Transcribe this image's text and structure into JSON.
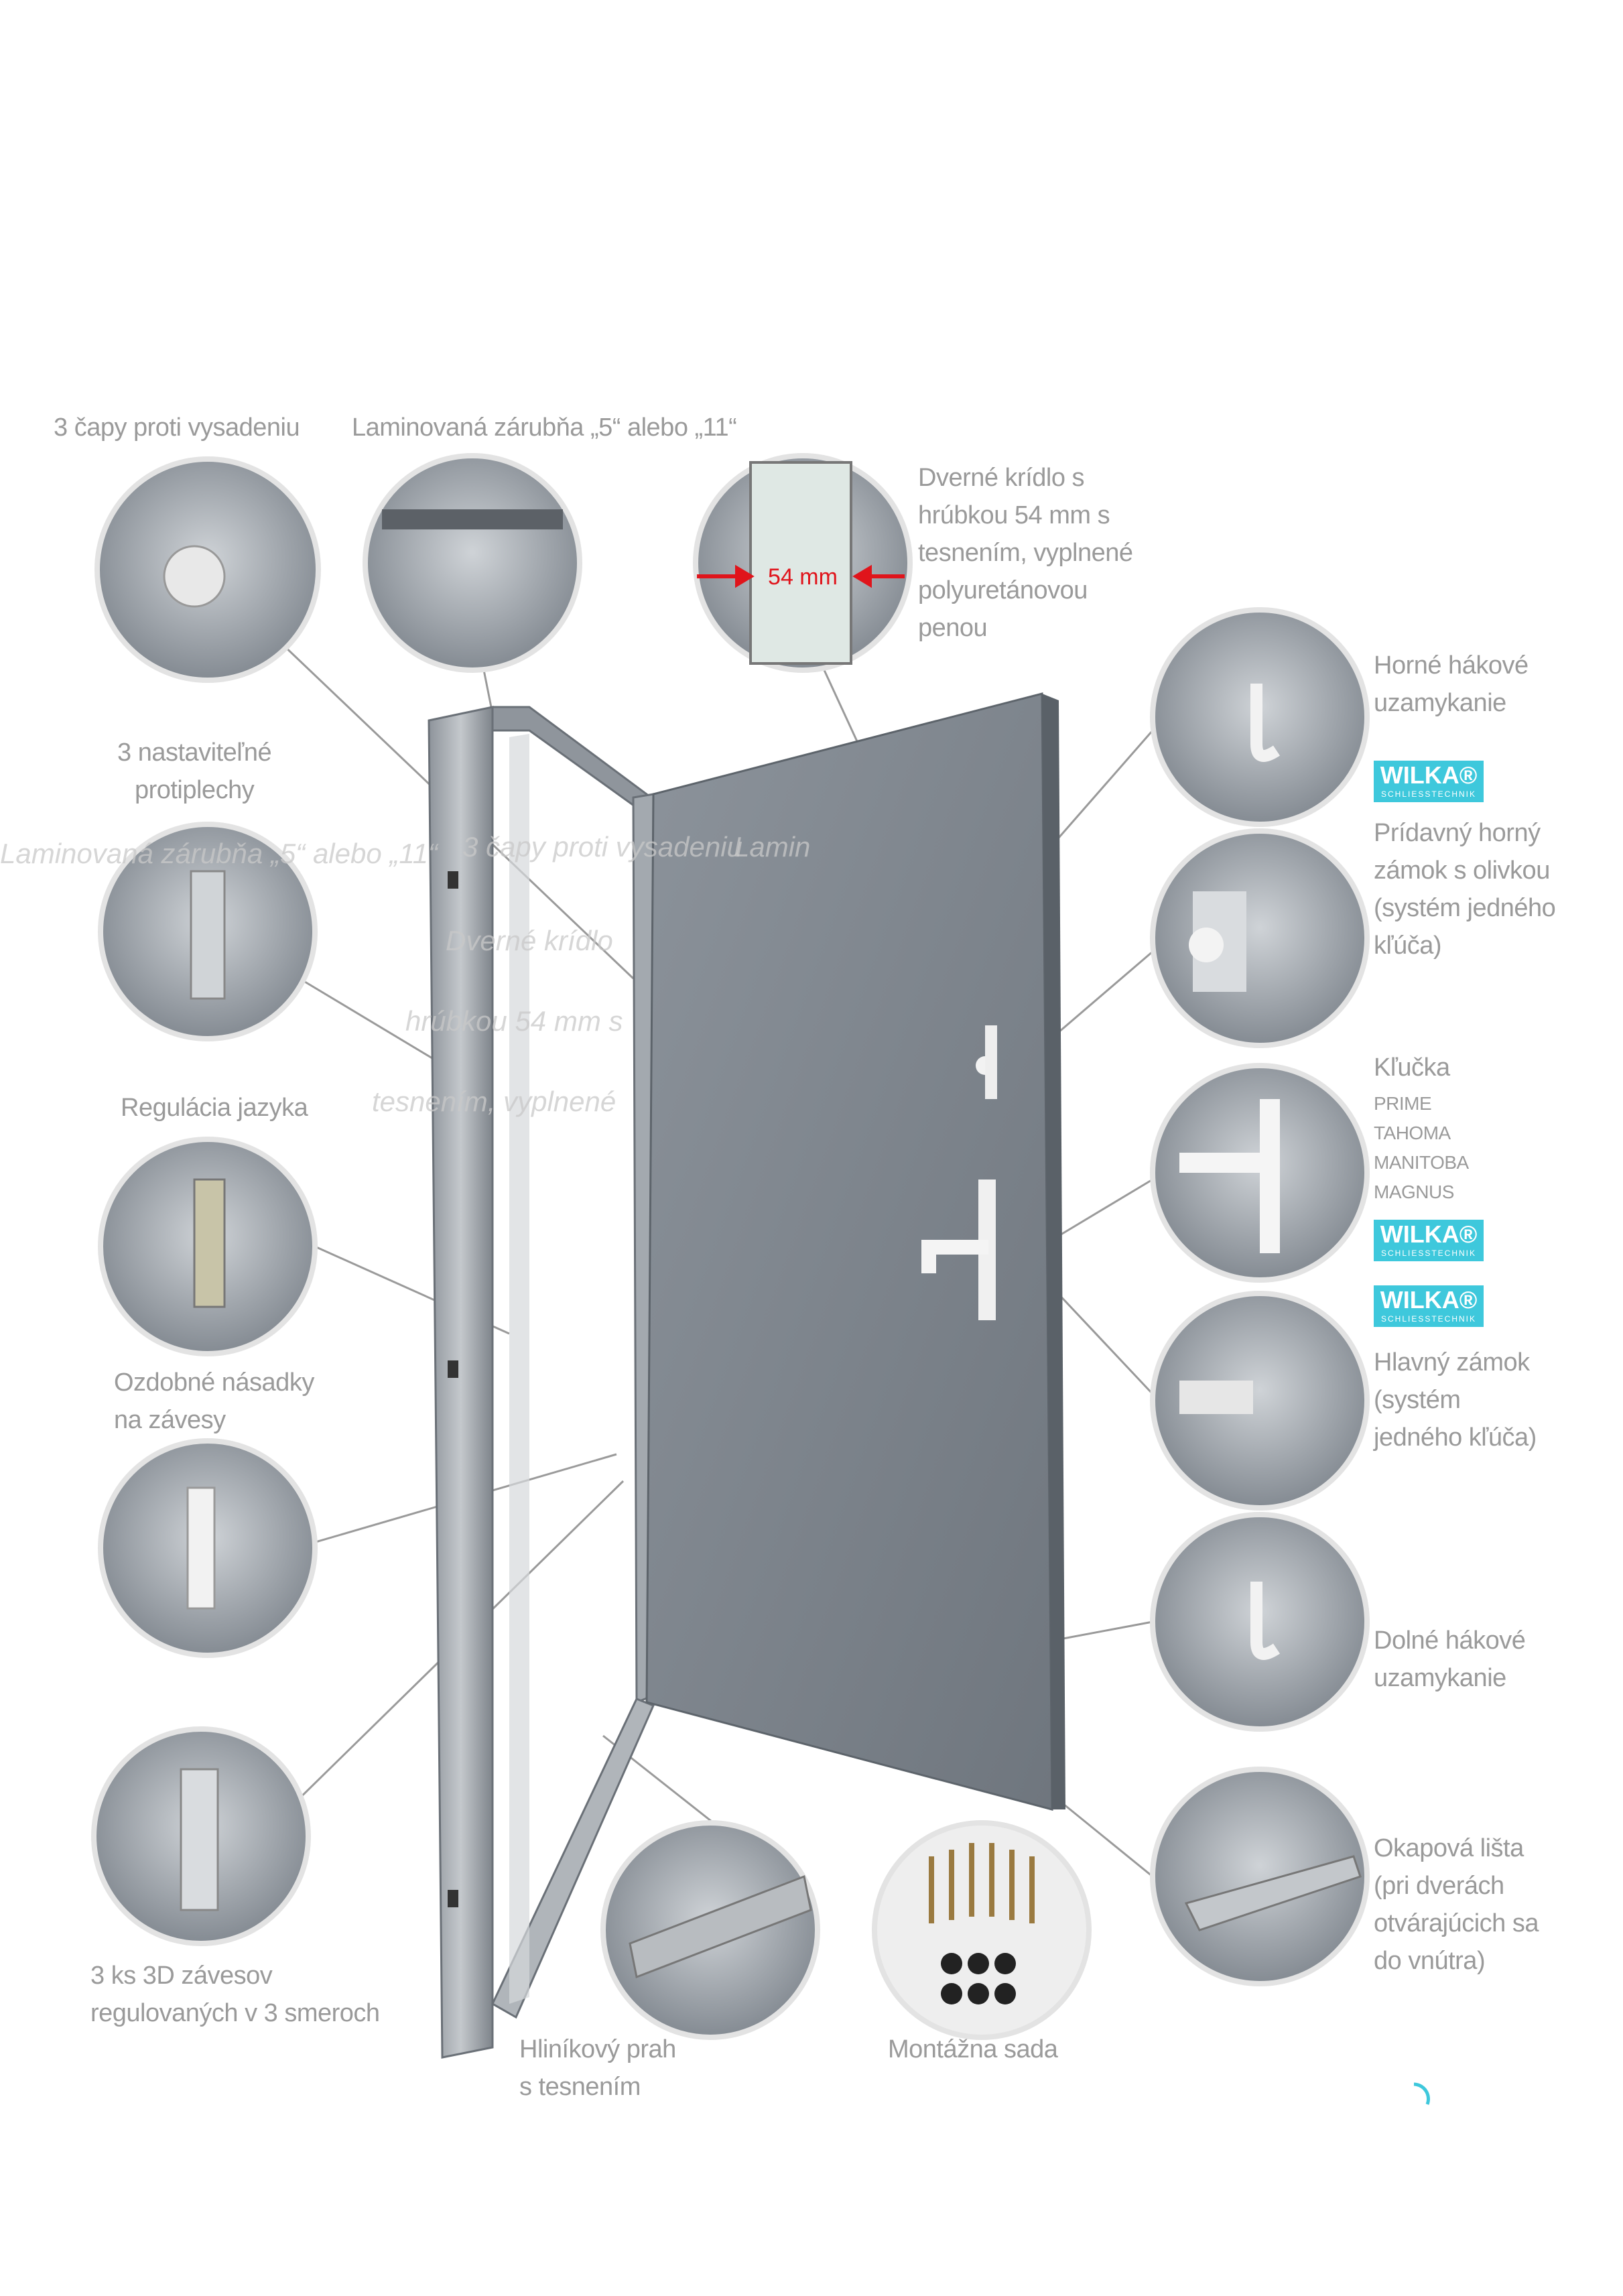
{
  "labels": {
    "cepy": "3 čapy proti vysadeniu",
    "zarubna": "Laminovaná zárubňa „5“ alebo „11“",
    "kridlo": [
      "Dverné krídlo s",
      "hrúbkou 54 mm s",
      "tesnením, vyplnené",
      "polyuretánovou",
      "penou"
    ],
    "dim": "54 mm",
    "protiplechy": [
      "3 nastaviteľné",
      "protiplechy"
    ],
    "regulacia": "Regulácia jazyka",
    "nasadky": [
      "Ozdobné násadky",
      "na závesy"
    ],
    "zavesy": [
      "3 ks 3D závesov",
      "regulovaných v 3 smeroch"
    ],
    "prah": [
      "Hliníkový prah",
      "s tesnením"
    ],
    "montaz": "Montážna sada",
    "horne": [
      "Horné hákové",
      "uzamykanie"
    ],
    "pridavny": [
      "Prídavný horný",
      "zámok s olivkou",
      "(systém jedného",
      "kľúča)"
    ],
    "klucka_title": "Kľučka",
    "klucka_models": [
      "PRIME",
      "TAHOMA",
      "MANITOBA",
      "MAGNUS"
    ],
    "hlavny": [
      "Hlavný zámok",
      "(systém",
      "jedného kľúča)"
    ],
    "dolne": [
      "Dolné hákové",
      "uzamykanie"
    ],
    "okap": [
      "Okapová lišta",
      "(pri dverách",
      "otvárajúcich sa",
      "do vnútra)"
    ]
  },
  "brand": {
    "name": "WILKA®",
    "sub": "SCHLIESSTECHNIK"
  },
  "ghost_text": [
    "Laminovaná zárubňa „5“ alebo „11“",
    "3 čapy proti vysadeniu",
    "Lamin",
    "Dverné krídlo",
    "hrúbkou 54 mm s",
    "tesnením, vyplnené"
  ],
  "colors": {
    "label": "#9a9a9a",
    "door": "#808790",
    "frame": "#9aa0a7",
    "brand": "#3ec8dc",
    "arrow": "#e0141b",
    "callout_ring": "#e3e3e3"
  },
  "icons": [
    "door-illustration",
    "detail-photo-circle",
    "callout-line",
    "loading-arc-icon"
  ]
}
